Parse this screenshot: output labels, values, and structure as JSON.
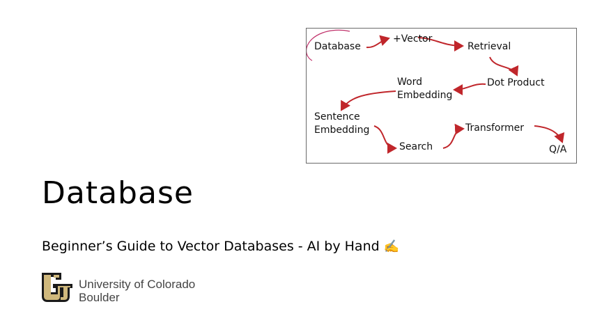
{
  "diagram": {
    "nodes": {
      "database": "Database",
      "vector": "+Vector",
      "retrieval": "Retrieval",
      "dot_product": "Dot Product",
      "word_embedding_1": "Word",
      "word_embedding_2": "Embedding",
      "sentence_embedding_1": "Sentence",
      "sentence_embedding_2": "Embedding",
      "search": "Search",
      "transformer": "Transformer",
      "qa": "Q/A"
    },
    "arrow_color": "#c0262b",
    "highlight_color": "#c0306a"
  },
  "slide": {
    "title": "Database",
    "subtitle": "Beginner’s Guide to Vector Databases - AI by Hand",
    "subtitle_emoji": "✍️"
  },
  "branding": {
    "university_line1": "University of Colorado",
    "university_line2": "Boulder",
    "logo_gold": "#cfb87c",
    "logo_dark": "#1a1a1a"
  }
}
